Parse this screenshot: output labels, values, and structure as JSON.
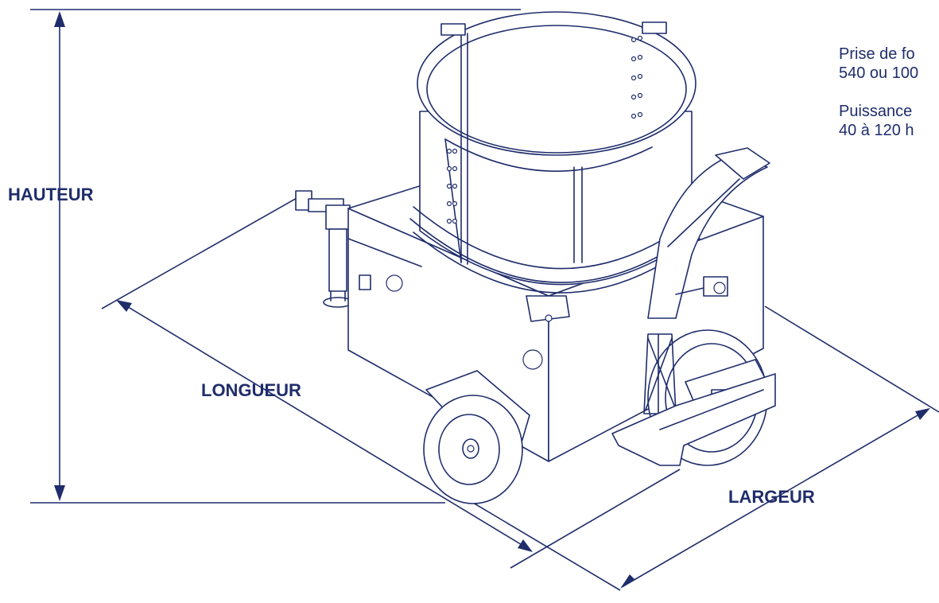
{
  "labels": {
    "hauteur": "HAUTEUR",
    "longueur": "LONGUEUR",
    "largeur": "LARGEUR"
  },
  "specs": {
    "pto_line1": "Prise de fo",
    "pto_line2": "540 ou 100",
    "power_line1": "Puissance",
    "power_line2": "40 à 120 h"
  },
  "colors": {
    "ink": "#1f2d6b",
    "background": "#ffffff"
  }
}
